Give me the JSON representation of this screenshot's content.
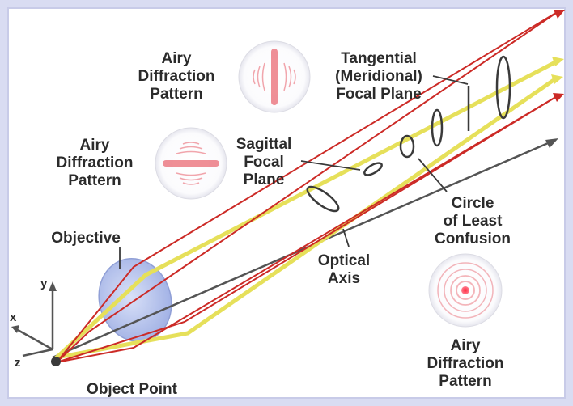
{
  "labels": {
    "airy_top": [
      "Airy",
      "Diffraction",
      "Pattern"
    ],
    "airy_left": [
      "Airy",
      "Diffraction",
      "Pattern"
    ],
    "airy_bottom": [
      "Airy",
      "Diffraction",
      "Pattern"
    ],
    "tangential": [
      "Tangential",
      "(Meridional)",
      "Focal Plane"
    ],
    "sagittal": [
      "Sagittal",
      "Focal",
      "Plane"
    ],
    "circle_least": [
      "Circle",
      "of Least",
      "Confusion"
    ],
    "optical_axis": [
      "Optical",
      "Axis"
    ],
    "objective": "Objective",
    "object_point": "Object Point",
    "axes": {
      "x": "x",
      "y": "y",
      "z": "z"
    }
  },
  "colors": {
    "red_ray": "#cc2a26",
    "yellow_ray": "#e6e05a",
    "axis": "#545454",
    "lens": "#9eaee6",
    "airy": "#e85f6a",
    "border": "#c8cbe8",
    "frame": "#d9dcf2"
  }
}
